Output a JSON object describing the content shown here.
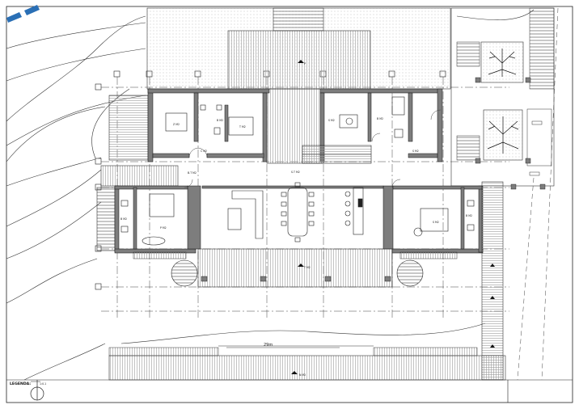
{
  "drawing": {
    "legend_label": "LEGENDA:",
    "dimension_label": "29m",
    "legend_code": "1:0.1",
    "accent_color": "#2a6fb5",
    "line_color": "#1a1a1a",
    "hatch_color": "#9a9a9a",
    "wall_fill": "#7d7d7d"
  },
  "rooms": {
    "bedroom_nw": "Z  M2",
    "bath_nw": "B  M2",
    "bedroom_n": "T  M2",
    "office": "S  M2",
    "bath_ne": "B  M2",
    "corridor_w": "C  M2",
    "corridor_mid": "S.T  M2",
    "corridor_e": "S  M2",
    "bedroom_sw": "P  M2",
    "bath_sw": "B  M2",
    "bath_sw2": "B.T  M2",
    "bedroom_se": "S  M2",
    "bath_se": "B  M2",
    "terrace": "T  M2",
    "garden_strip": "N  M2",
    "courtyard_label": "P"
  }
}
